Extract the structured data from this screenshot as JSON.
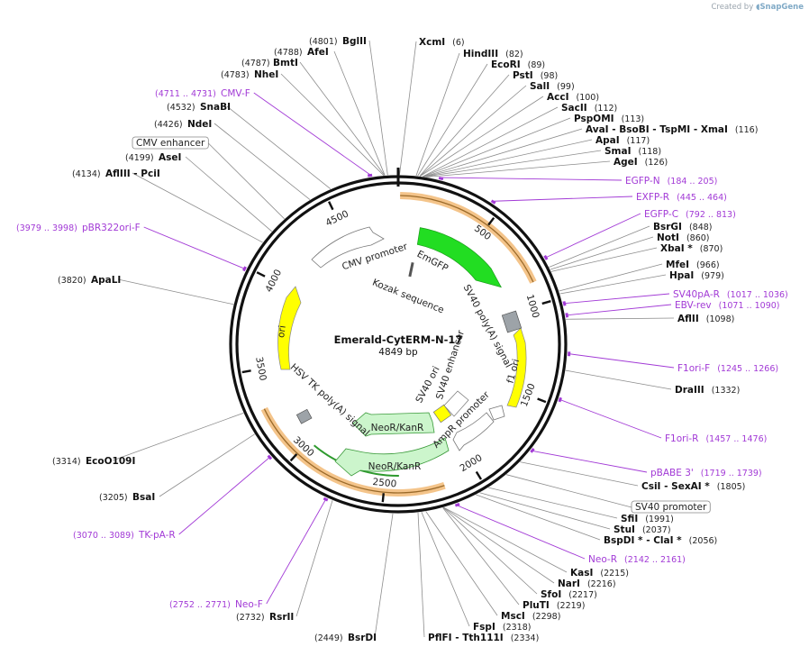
{
  "credit": {
    "prefix": "Created by",
    "brand": "SnapGene"
  },
  "plasmid": {
    "name": "Emerald-CytERM-N-17",
    "size": "4849 bp",
    "length": 4849
  },
  "ticks": [
    {
      "pos": 500,
      "label": "500"
    },
    {
      "pos": 1000,
      "label": "1000"
    },
    {
      "pos": 1500,
      "label": "1500"
    },
    {
      "pos": 2000,
      "label": "2000"
    },
    {
      "pos": 2500,
      "label": "2500"
    },
    {
      "pos": 3000,
      "label": "3000"
    },
    {
      "pos": 3500,
      "label": "3500"
    },
    {
      "pos": 4000,
      "label": "4000"
    },
    {
      "pos": 4500,
      "label": "4500"
    }
  ],
  "sites": [
    {
      "name": "XcmI",
      "pos": "(6)",
      "bp": 6
    },
    {
      "name": "HindIII",
      "pos": "(82)",
      "bp": 82
    },
    {
      "name": "EcoRI",
      "pos": "(89)",
      "bp": 89
    },
    {
      "name": "PstI",
      "pos": "(98)",
      "bp": 98
    },
    {
      "name": "SalI",
      "pos": "(99)",
      "bp": 99
    },
    {
      "name": "AccI",
      "pos": "(100)",
      "bp": 100
    },
    {
      "name": "SacII",
      "pos": "(112)",
      "bp": 112
    },
    {
      "name": "PspOMI",
      "pos": "(113)",
      "bp": 113
    },
    {
      "name": "AvaI   - BsoBI   - TspMI   - XmaI",
      "pos": "(116)",
      "bp": 116
    },
    {
      "name": "ApaI",
      "pos": "(117)",
      "bp": 117
    },
    {
      "name": "SmaI",
      "pos": "(118)",
      "bp": 118
    },
    {
      "name": "AgeI",
      "pos": "(126)",
      "bp": 126
    },
    {
      "name": "BsrGI",
      "pos": "(848)",
      "bp": 848
    },
    {
      "name": "NotI",
      "pos": "(860)",
      "bp": 860
    },
    {
      "name": "XbaI *",
      "pos": "(870)",
      "bp": 870
    },
    {
      "name": "MfeI",
      "pos": "(966)",
      "bp": 966
    },
    {
      "name": "HpaI",
      "pos": "(979)",
      "bp": 979
    },
    {
      "name": "AflII",
      "pos": "(1098)",
      "bp": 1098
    },
    {
      "name": "DraIII",
      "pos": "(1332)",
      "bp": 1332
    },
    {
      "name": "CsiI   - SexAI *",
      "pos": "(1805)",
      "bp": 1805
    },
    {
      "name": "SfiI",
      "pos": "(1991)",
      "bp": 1991
    },
    {
      "name": "StuI",
      "pos": "(2037)",
      "bp": 2037
    },
    {
      "name": "BspDI *   - ClaI *",
      "pos": "(2056)",
      "bp": 2056
    },
    {
      "name": "KasI",
      "pos": "(2215)",
      "bp": 2215
    },
    {
      "name": "NarI",
      "pos": "(2216)",
      "bp": 2216
    },
    {
      "name": "SfoI",
      "pos": "(2217)",
      "bp": 2217
    },
    {
      "name": "PluTI",
      "pos": "(2219)",
      "bp": 2219
    },
    {
      "name": "MscI",
      "pos": "(2298)",
      "bp": 2298
    },
    {
      "name": "FspI",
      "pos": "(2318)",
      "bp": 2318
    },
    {
      "name": "PflFI   - Tth111I",
      "pos": "(2334)",
      "bp": 2334
    },
    {
      "name": "BsrDI",
      "pos": "(2449)",
      "bp": 2449
    },
    {
      "name": "RsrII",
      "pos": "(2732)",
      "bp": 2732
    },
    {
      "name": "BsaI",
      "pos": "(3205)",
      "bp": 3205
    },
    {
      "name": "EcoO109I",
      "pos": "(3314)",
      "bp": 3314
    },
    {
      "name": "ApaLI",
      "pos": "(3820)",
      "bp": 3820
    },
    {
      "name": "AflIII   - PciI",
      "pos": "(4134)",
      "bp": 4134
    },
    {
      "name": "AseI",
      "pos": "(4199)",
      "bp": 4199
    },
    {
      "name": "NdeI",
      "pos": "(4426)",
      "bp": 4426
    },
    {
      "name": "SnaBI",
      "pos": "(4532)",
      "bp": 4532
    },
    {
      "name": "NheI",
      "pos": "(4783)",
      "bp": 4783
    },
    {
      "name": "BmtI",
      "pos": "(4787)",
      "bp": 4787
    },
    {
      "name": "AfeI",
      "pos": "(4788)",
      "bp": 4788
    },
    {
      "name": "BglII",
      "pos": "(4801)",
      "bp": 4801
    }
  ],
  "primers": [
    {
      "name": "EGFP-N",
      "pos": "(184 .. 205)",
      "bp": 195
    },
    {
      "name": "EXFP-R",
      "pos": "(445 .. 464)",
      "bp": 455
    },
    {
      "name": "EGFP-C",
      "pos": "(792 .. 813)",
      "bp": 803
    },
    {
      "name": "SV40pA-R",
      "pos": "(1017 .. 1036)",
      "bp": 1027
    },
    {
      "name": "EBV-rev",
      "pos": "(1071 .. 1090)",
      "bp": 1081
    },
    {
      "name": "F1ori-F",
      "pos": "(1245 .. 1266)",
      "bp": 1256
    },
    {
      "name": "F1ori-R",
      "pos": "(1457 .. 1476)",
      "bp": 1467
    },
    {
      "name": "pBABE 3'",
      "pos": "(1719 .. 1739)",
      "bp": 1729
    },
    {
      "name": "Neo-R",
      "pos": "(2142 .. 2161)",
      "bp": 2152
    },
    {
      "name": "Neo-F",
      "pos": "(2752 .. 2771)",
      "bp": 2762
    },
    {
      "name": "TK-pA-R",
      "pos": "(3070 .. 3089)",
      "bp": 3080
    },
    {
      "name": "pBR322ori-F",
      "pos": "(3979 .. 3998)",
      "bp": 3989
    },
    {
      "name": "CMV-F",
      "pos": "(4711 .. 4731)",
      "bp": 4721
    }
  ],
  "boxed_features": [
    {
      "name": "CMV enhancer"
    },
    {
      "name": "SV40 promoter"
    }
  ],
  "features": [
    {
      "name": "EmGFP",
      "color": "#22dd22"
    },
    {
      "name": "CMV promoter",
      "color": "#ffffff"
    },
    {
      "name": "Kozak sequence",
      "color": "#444444"
    },
    {
      "name": "SV40 poly(A) signal",
      "color": "#999999"
    },
    {
      "name": "f1 ori",
      "color": "#ffff00"
    },
    {
      "name": "AmpR promoter",
      "color": "#ffffff"
    },
    {
      "name": "SV40 ori",
      "color": "#ffff00"
    },
    {
      "name": "SV40 enhancer",
      "color": "#ffffff"
    },
    {
      "name": "NeoR/KanR",
      "color": "#ccf5cc"
    },
    {
      "name": "NeoR/KanR",
      "color": "#ccf5cc"
    },
    {
      "name": "HSV TK poly(A) signal",
      "color": "#999999"
    },
    {
      "name": "ori",
      "color": "#ffff00"
    }
  ],
  "colors": {
    "orf": "#f4a54a",
    "primer": "#a23ad6",
    "backbone": "#111111"
  }
}
